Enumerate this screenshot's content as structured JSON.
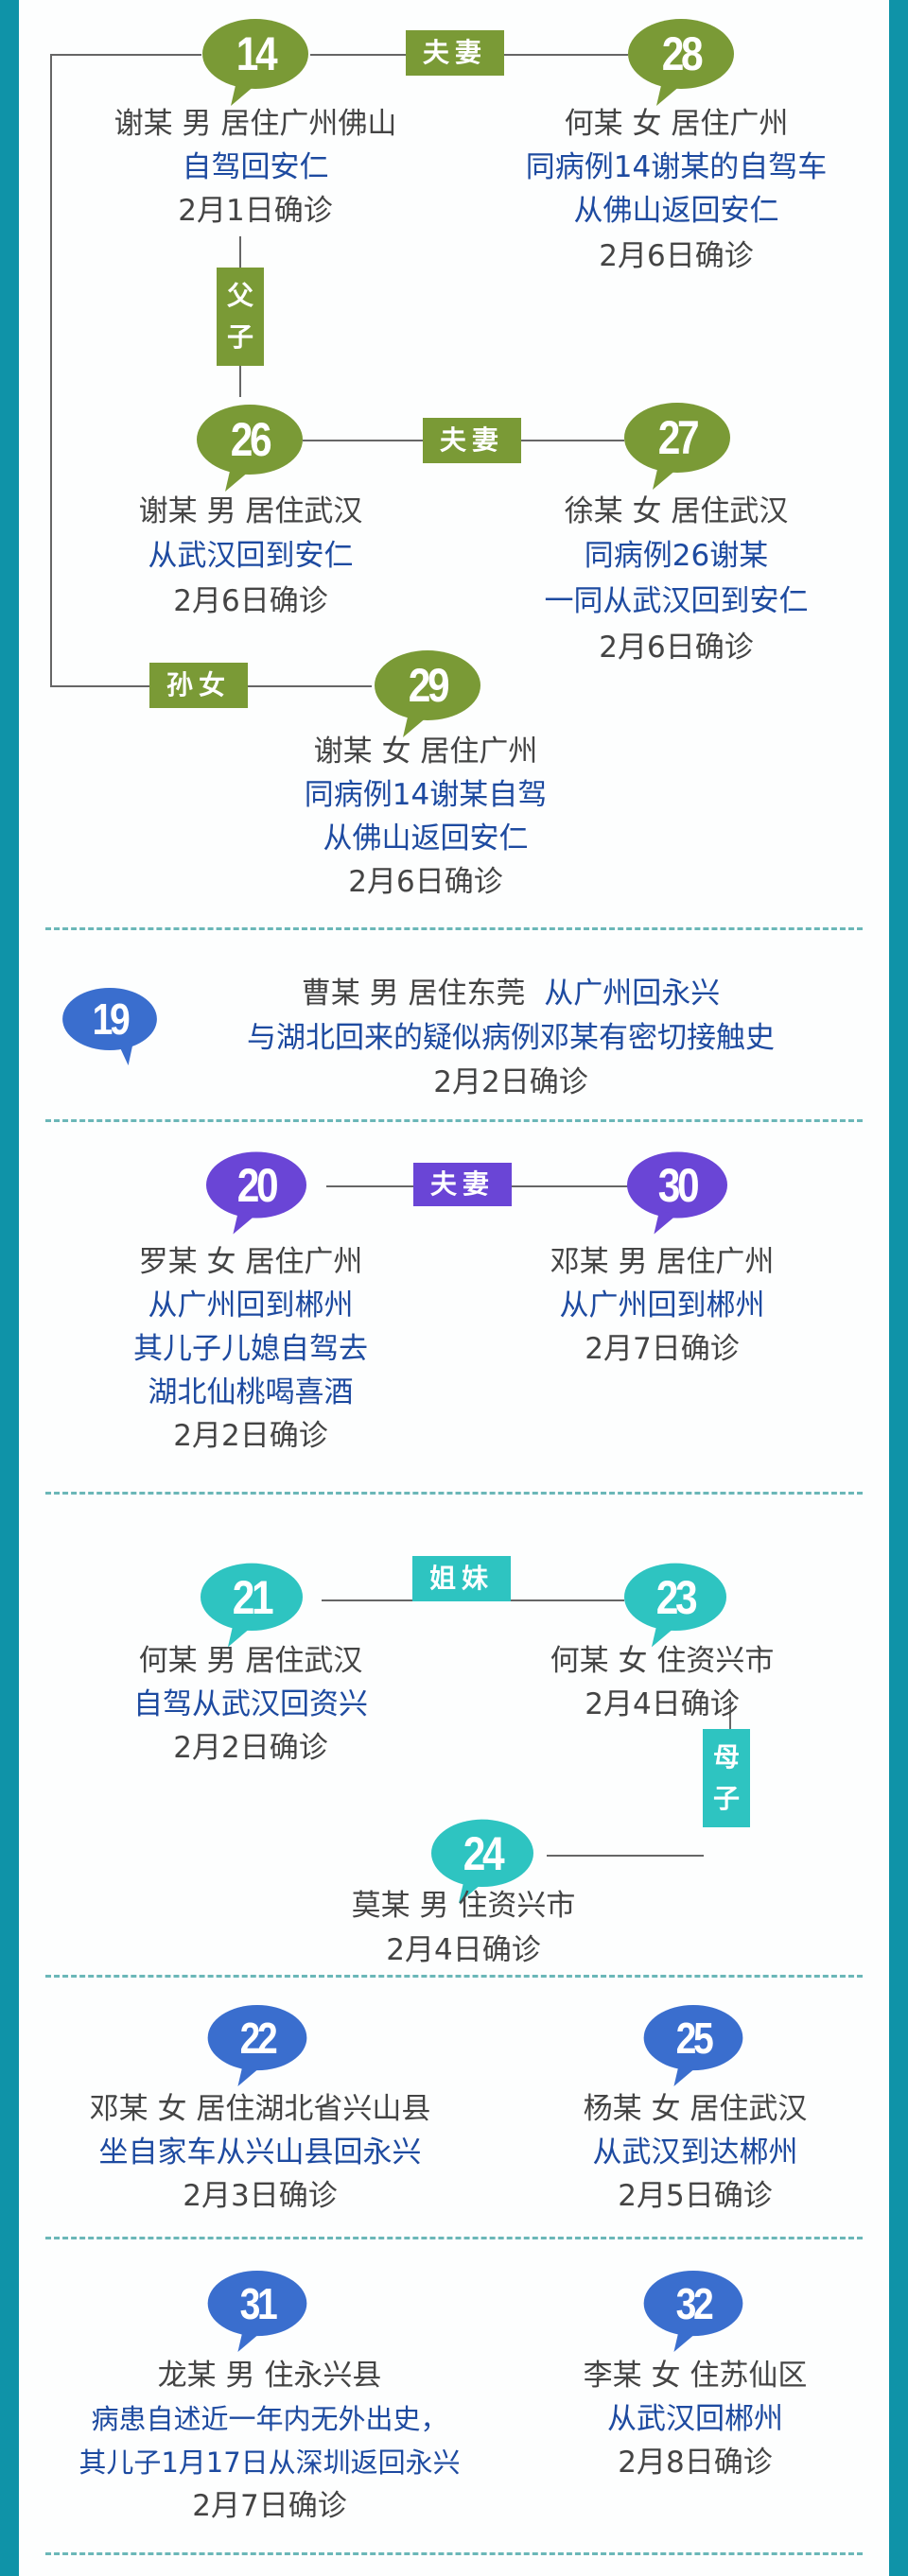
{
  "colors": {
    "frame": "#0f93a8",
    "green": "#7a9a36",
    "blue": "#3a6ece",
    "purple": "#6a45d6",
    "teal": "#2ec4c1",
    "gray_text": "#444444",
    "blue_text": "#1d4aa0",
    "dash": "#6bb7b8"
  },
  "group1": {
    "relations": {
      "r14_28": "夫妻",
      "r14_26": "父子",
      "r26_27": "夫妻",
      "r14_29": "孙女"
    },
    "cases": {
      "c14": {
        "num": "14",
        "info": "谢某 男 居住广州佛山",
        "detail": [
          "自驾回安仁"
        ],
        "date": "2月1日确诊"
      },
      "c28": {
        "num": "28",
        "info": "何某 女 居住广州",
        "detail": [
          "同病例14谢某的自驾车",
          "从佛山返回安仁"
        ],
        "date": "2月6日确诊"
      },
      "c26": {
        "num": "26",
        "info": "谢某 男 居住武汉",
        "detail": [
          "从武汉回到安仁"
        ],
        "date": "2月6日确诊"
      },
      "c27": {
        "num": "27",
        "info": "徐某 女 居住武汉",
        "detail": [
          "同病例26谢某",
          "一同从武汉回到安仁"
        ],
        "date": "2月6日确诊"
      },
      "c29": {
        "num": "29",
        "info": "谢某 女 居住广州",
        "detail": [
          "同病例14谢某自驾",
          "从佛山返回安仁"
        ],
        "date": "2月6日确诊"
      }
    }
  },
  "group2": {
    "c19": {
      "num": "19",
      "info": "曹某 男 居住东莞",
      "info_blue": "从广州回永兴",
      "detail": [
        "与湖北回来的疑似病例邓某有密切接触史"
      ],
      "date": "2月2日确诊"
    }
  },
  "group3": {
    "relations": {
      "r20_30": "夫妻"
    },
    "cases": {
      "c20": {
        "num": "20",
        "info": "罗某 女 居住广州",
        "detail": [
          "从广州回到郴州",
          "其儿子儿媳自驾去",
          "湖北仙桃喝喜酒"
        ],
        "date": "2月2日确诊"
      },
      "c30": {
        "num": "30",
        "info": "邓某 男 居住广州",
        "detail": [
          "从广州回到郴州"
        ],
        "date": "2月7日确诊"
      }
    }
  },
  "group4": {
    "relations": {
      "r21_23": "姐妹",
      "r23_24": "母子"
    },
    "cases": {
      "c21": {
        "num": "21",
        "info": "何某 男 居住武汉",
        "detail": [
          "自驾从武汉回资兴"
        ],
        "date": "2月2日确诊"
      },
      "c23": {
        "num": "23",
        "info": "何某 女 住资兴市",
        "date": "2月4日确诊"
      },
      "c24": {
        "num": "24",
        "info": "莫某 男 住资兴市",
        "date": "2月4日确诊"
      }
    }
  },
  "group5": {
    "c22": {
      "num": "22",
      "info": "邓某 女 居住湖北省兴山县",
      "detail": [
        "坐自家车从兴山县回永兴"
      ],
      "date": "2月3日确诊"
    },
    "c25": {
      "num": "25",
      "info": "杨某 女 居住武汉",
      "detail": [
        "从武汉到达郴州"
      ],
      "date": "2月5日确诊"
    }
  },
  "group6": {
    "c31": {
      "num": "31",
      "info": "龙某 男 住永兴县",
      "detail": [
        "病患自述近一年内无外出史，",
        "其儿子1月17日从深圳返回永兴"
      ],
      "date": "2月7日确诊"
    },
    "c32": {
      "num": "32",
      "info": "李某 女 住苏仙区",
      "detail": [
        "从武汉回郴州"
      ],
      "date": "2月8日确诊"
    }
  }
}
